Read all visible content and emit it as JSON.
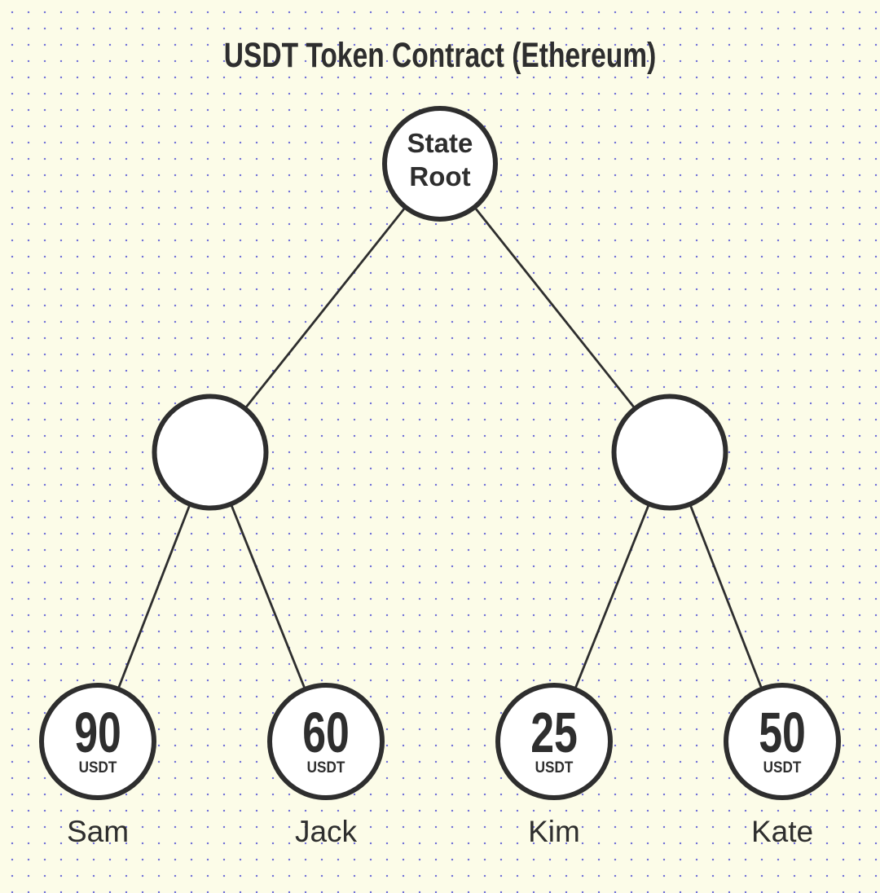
{
  "title": "USDT Token Contract (Ethereum)",
  "colors": {
    "background": "#fcfce8",
    "grid_dot": "#7272d8",
    "ink": "#2e2e2e",
    "node_fill": "#ffffff"
  },
  "tree": {
    "root": {
      "label_line1": "State",
      "label_line2": "Root"
    },
    "internal_nodes": [
      {
        "label": ""
      },
      {
        "label": ""
      }
    ],
    "leaves": [
      {
        "amount": "90",
        "unit": "USDT",
        "name": "Sam"
      },
      {
        "amount": "60",
        "unit": "USDT",
        "name": "Jack"
      },
      {
        "amount": "25",
        "unit": "USDT",
        "name": "Kim"
      },
      {
        "amount": "50",
        "unit": "USDT",
        "name": "Kate"
      }
    ]
  }
}
